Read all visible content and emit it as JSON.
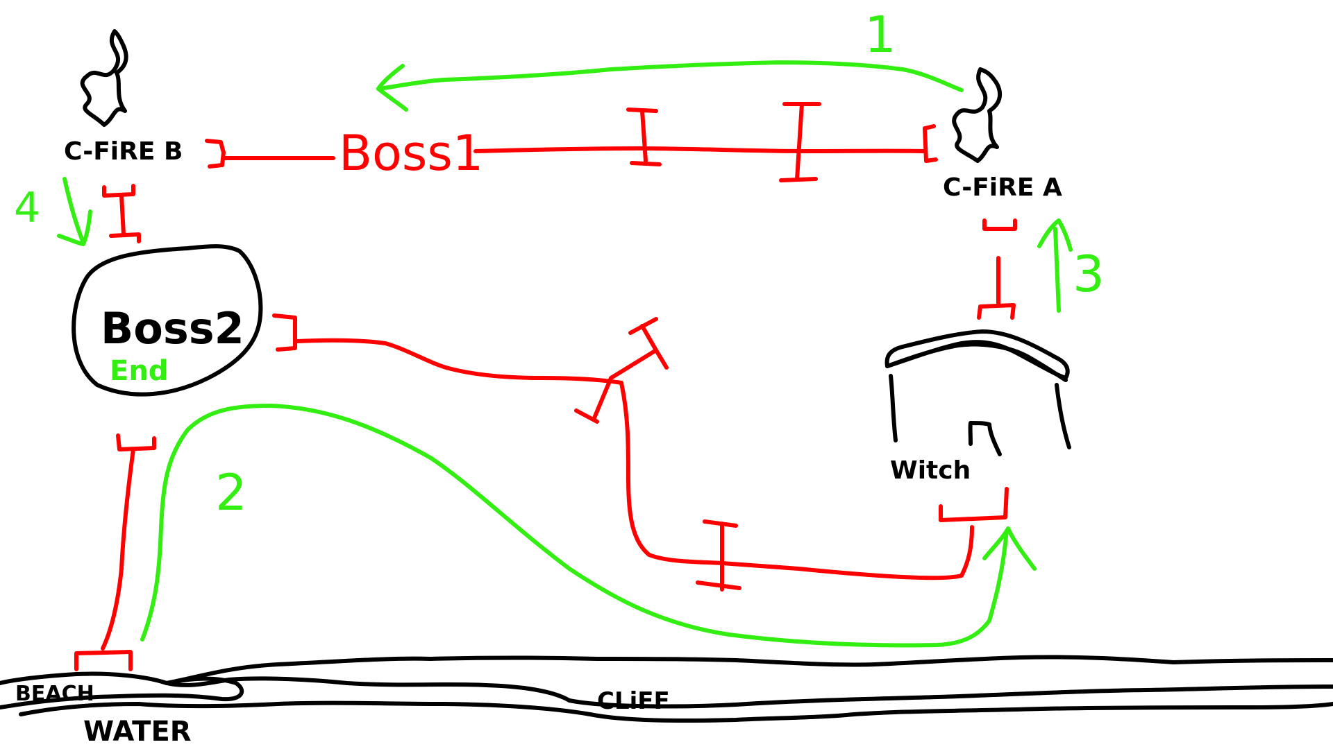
{
  "colors": {
    "ink": "#000000",
    "gate": "#ff0000",
    "route": "#33ee11",
    "background": "#ffffff"
  },
  "locations": {
    "campfire_b": "C-FiRE B",
    "campfire_a": "C-FiRE A",
    "boss1": "Boss1",
    "boss2": "Boss2",
    "end": "End",
    "witch": "Witch",
    "beach": "BEACH",
    "water": "WATER",
    "cliff": "CLiFF"
  },
  "route_steps": [
    "1",
    "2",
    "3",
    "4"
  ],
  "icons": {
    "campfire": "flame-icon",
    "witch_hut": "hut-icon"
  }
}
